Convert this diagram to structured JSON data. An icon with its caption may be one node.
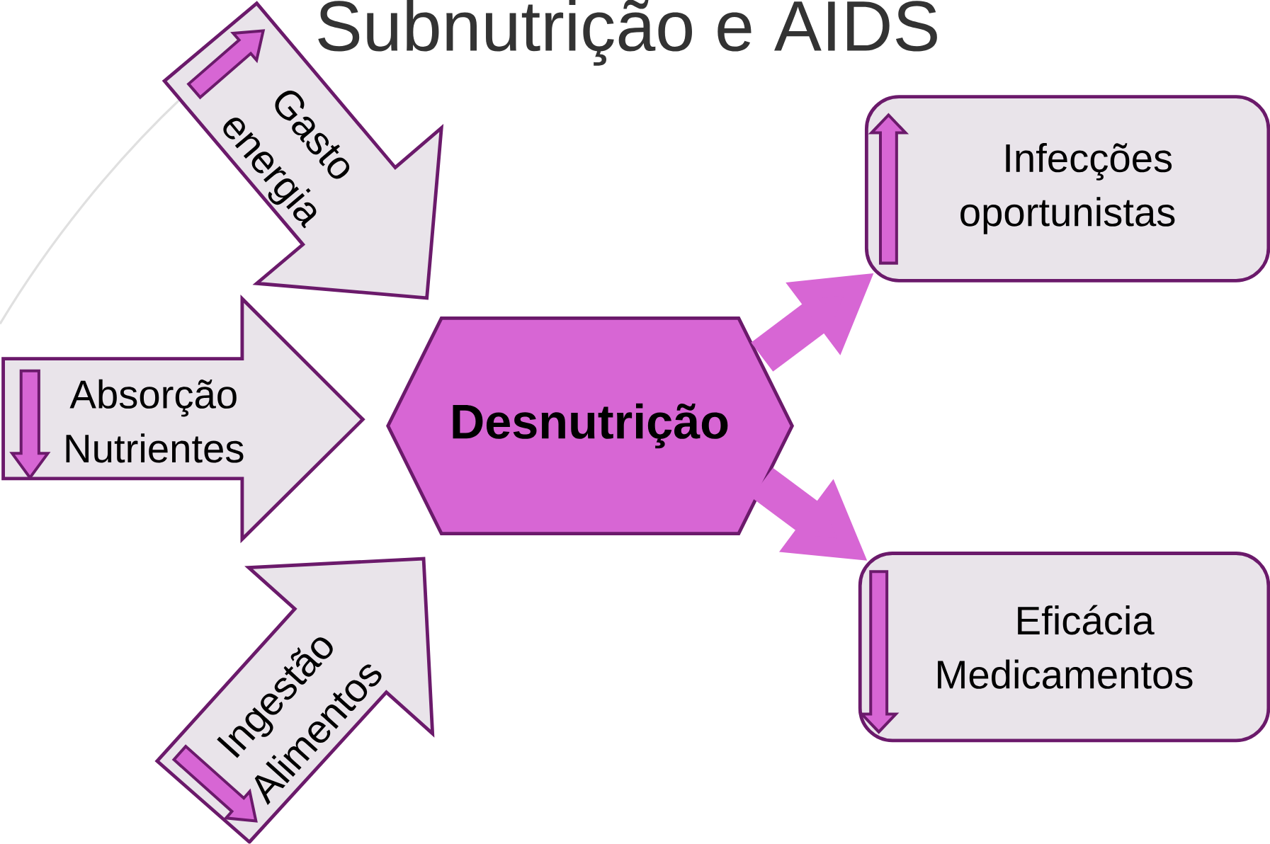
{
  "diagram": {
    "title": "Subnutrição e AIDS",
    "nodes": [
      {
        "text": [
          "Gasto energia"
        ]
      },
      {
        "text": [
          "Absorção Nutrientes"
        ]
      },
      {
        "text": [
          "Ingestão Alimentos"
        ]
      },
      {
        "text": [
          "Desnutrição"
        ]
      },
      {
        "text": [
          "Infecções oportunistas"
        ]
      },
      {
        "text": [
          "Eficácia Medicamentos"
        ]
      }
    ],
    "edges": [
      {
        "from": 3,
        "to": 4,
        "arrow": "to"
      },
      {
        "from": 3,
        "to": 5,
        "arrow": "to"
      }
    ]
  }
}
